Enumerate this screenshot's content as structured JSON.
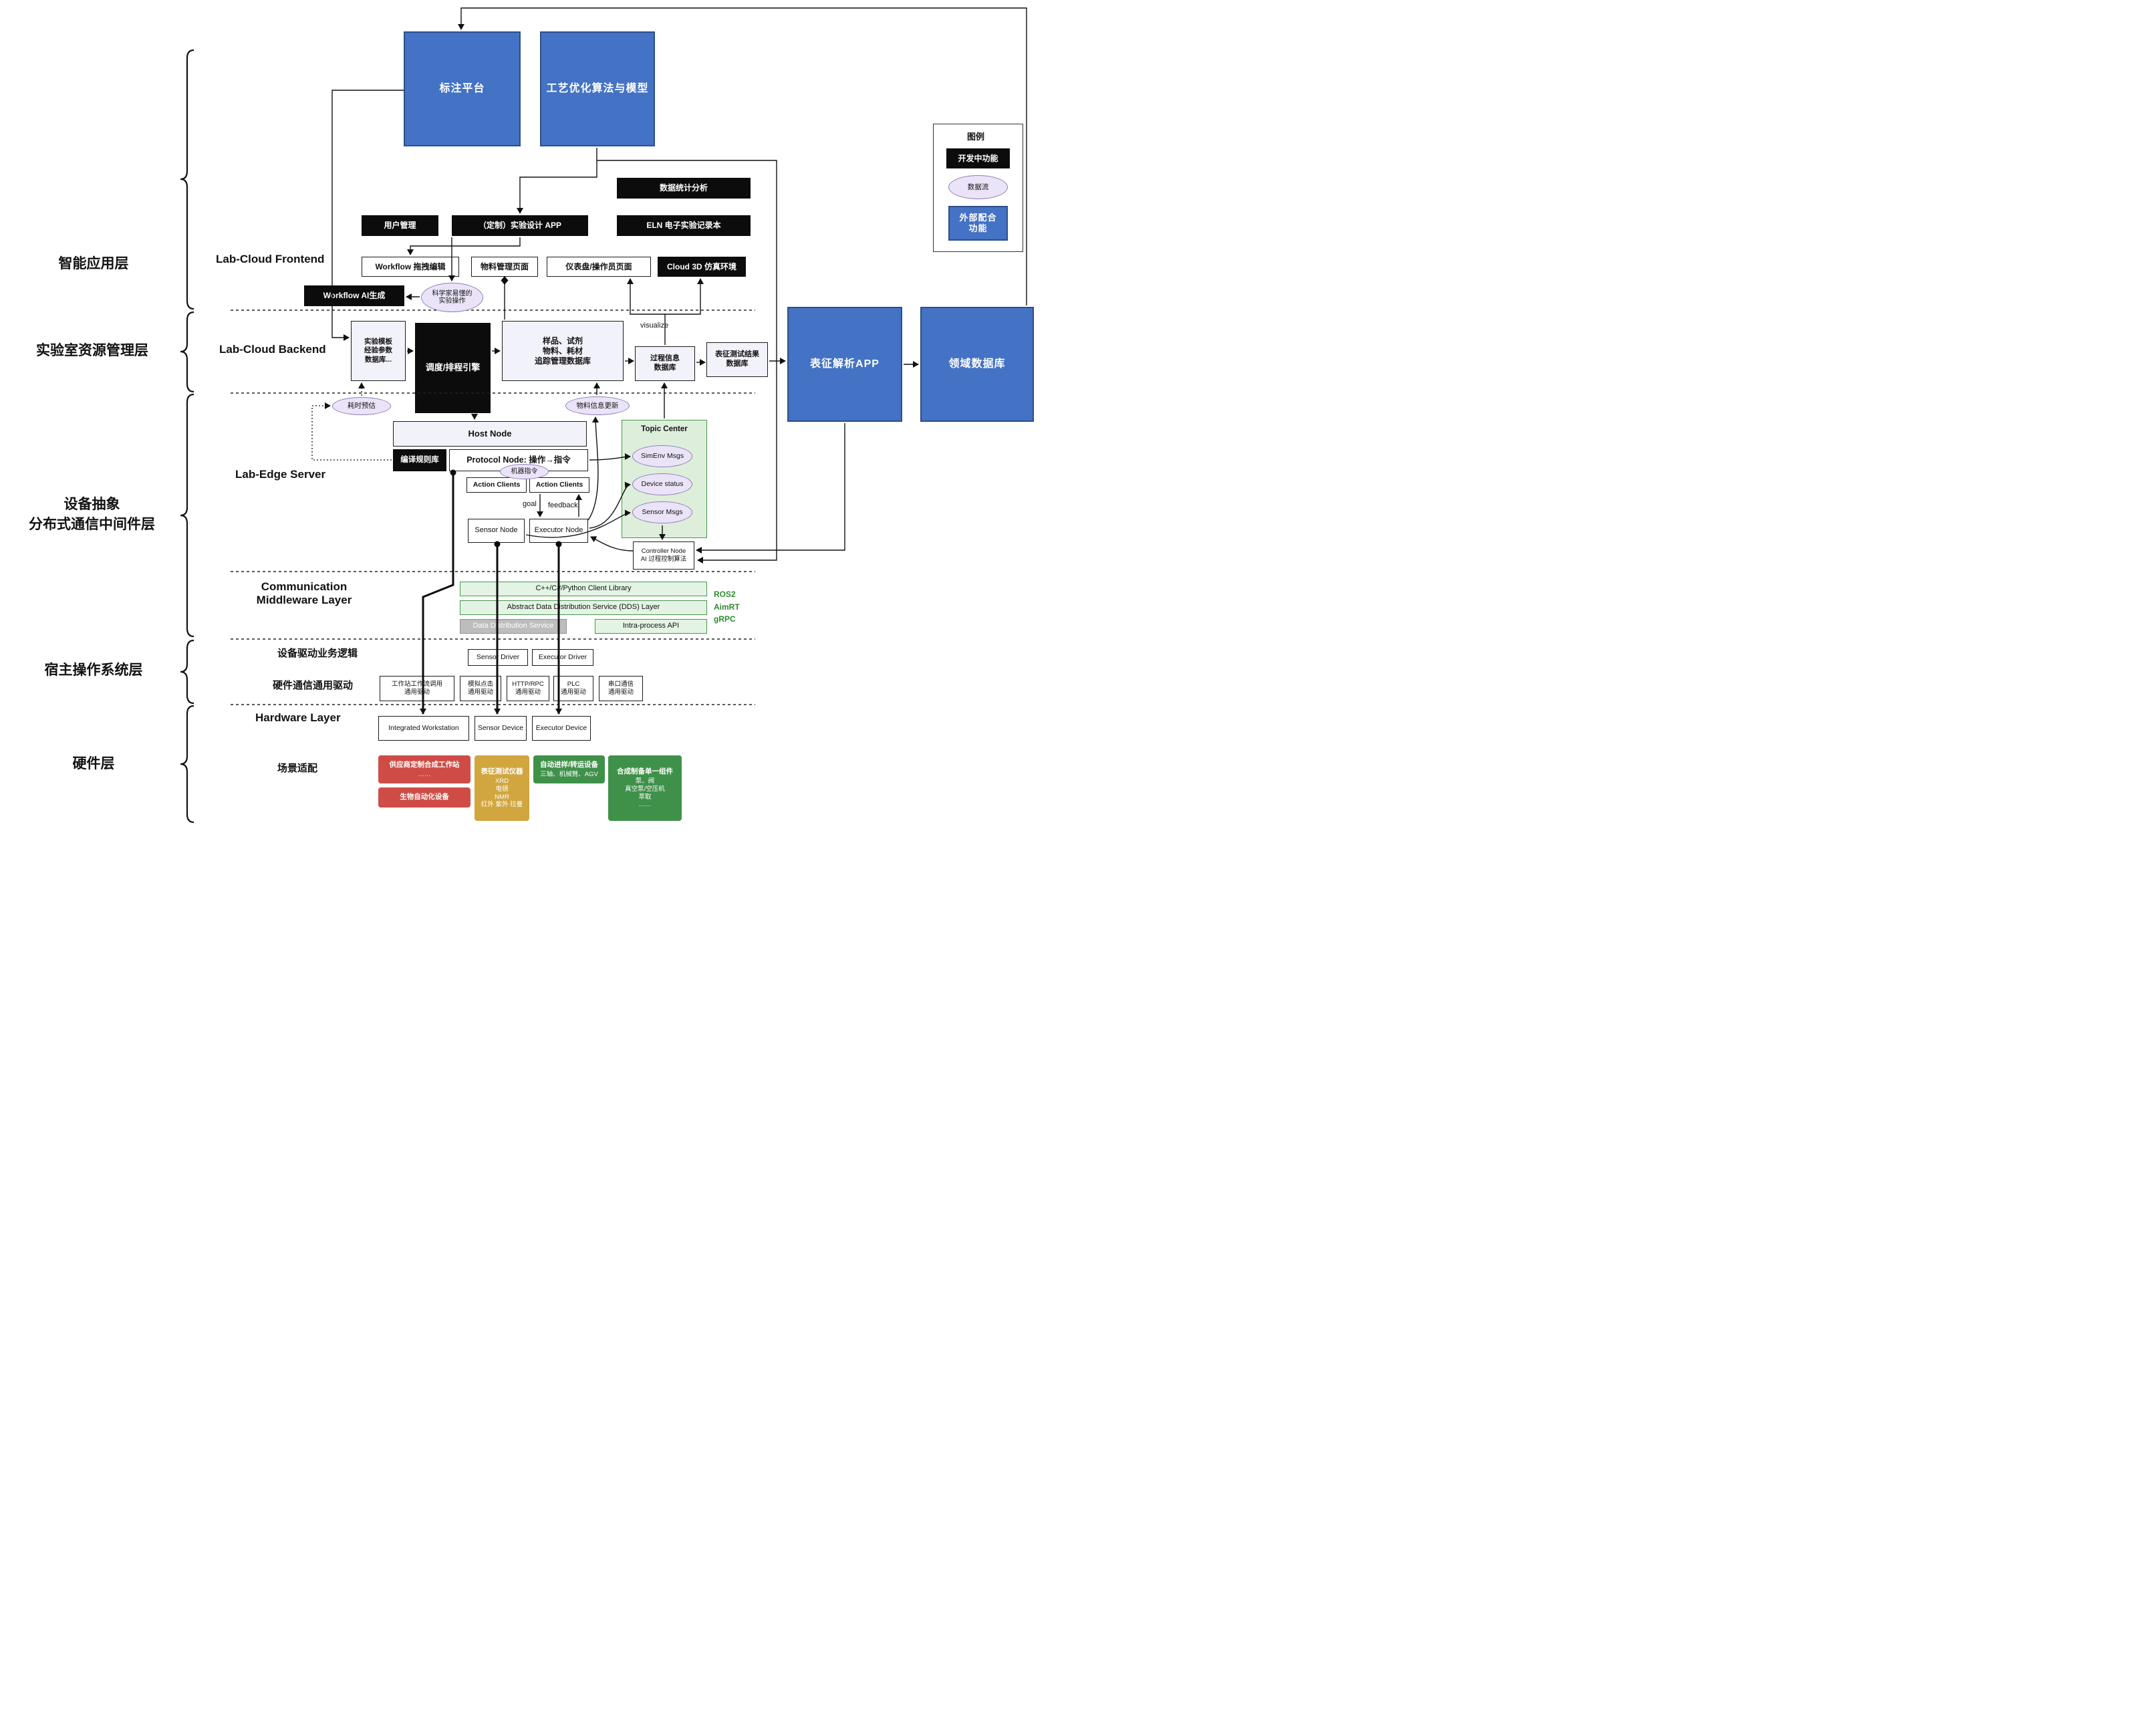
{
  "layer_labels": {
    "app": "智能应用层",
    "resource": "实验室资源管理层",
    "abstraction": "设备抽象\n分布式通信中间件层",
    "host_os": "宿主操作系统层",
    "hardware": "硬件层"
  },
  "section_labels": {
    "frontend": "Lab-Cloud Frontend",
    "backend": "Lab-Cloud Backend",
    "edge": "Lab-Edge Server",
    "middleware": "Communication\nMiddleware Layer",
    "hardware": "Hardware Layer",
    "driver_logic": "设备驱动业务逻辑",
    "hw_driver": "硬件通信通用驱动",
    "scene": "场景适配"
  },
  "legend": {
    "title": "图例",
    "developing": "开发中功能",
    "dataflow": "数据流",
    "external": "外部配合\n功能"
  },
  "top": {
    "annotation_platform": "标注平台",
    "process_optimization": "工艺优化算法与模型"
  },
  "frontend": {
    "stats": "数据统计分析",
    "user_mgmt": "用户管理",
    "custom_app": "（定制）实验设计 APP",
    "eln": "ELN 电子实验记录本",
    "workflow_edit": "Workflow 拖拽编辑",
    "material_page": "物料管理页面",
    "dashboard": "仪表盘/操作员页面",
    "cloud3d": "Cloud 3D 仿真环境",
    "workflow_ai": "Workflow AI生成",
    "sci_ops": "科学家易懂的\n实验操作"
  },
  "backend": {
    "template_db": "实验模板\n经验参数\n数据库...",
    "scheduler": "调度/排程引擎",
    "sample_db": "样品、试剂\n物料、耗材\n追踪管理数据库",
    "process_db": "过程信息\n数据库",
    "result_db": "表征测试结果\n数据库",
    "visualize": "visualize",
    "charact_app": "表征解析APP",
    "domain_db": "领域数据库"
  },
  "edge": {
    "time_estimate": "耗时预估",
    "material_update": "物料信息更新",
    "host_node": "Host Node",
    "compile_lib": "编译规则库",
    "protocol_node": "Protocol Node: 操作→指令",
    "machine_instr": "机器指令",
    "action_clients_1": "Action Clients",
    "action_clients_2": "Action Clients",
    "goal": "goal",
    "feedback": "feedback",
    "sensor_node": "Sensor Node",
    "executor_node": "Executor Node",
    "topic_center": "Topic Center",
    "simenv": "SimEnv Msgs",
    "device_status": "Device status",
    "sensor_msgs": "Sensor Msgs",
    "controller": "Controller Node\nAI 过程控制算法"
  },
  "middleware": {
    "client_lib": "C++/C#/Python Client Library",
    "dds_abstract": "Abstract Data Distribution Service (DDS) Layer",
    "dds_service": "Data Distribution Service",
    "intra_api": "Intra-process API",
    "stack": "ROS2\nAimRT\ngRPC"
  },
  "host_os": {
    "sensor_driver": "Sensor Driver",
    "executor_driver": "Executor Driver",
    "drv_workstation": "工作站工作流调用\n通用驱动",
    "drv_click": "模拟点击\n通用驱动",
    "drv_http": "HTTP/RPC\n通用驱动",
    "drv_plc": "PLC\n通用驱动",
    "drv_serial": "串口通信\n通用驱动"
  },
  "hardware": {
    "integrated": "Integrated Workstation",
    "sensor_device": "Sensor Device",
    "executor_device": "Executor Device",
    "vendor_ws_title": "供应商定制合成工作站",
    "vendor_ws_body": "……",
    "bio": "生物自动化设备",
    "charact_title": "表征测试仪器",
    "charact_body": "XRD\n电镜\nNMR\n红外 紫外 拉曼",
    "transfer_title": "自动进样/转运设备",
    "transfer_body": "三轴、机械臂、AGV",
    "synth_title": "合成制备单一组件",
    "synth_body": "泵、阀\n真空泵/空压机\n萃取\n……"
  },
  "colors": {
    "blue": "#4472c4",
    "black": "#0c0c0c",
    "purple_fill": "#ebe4f8",
    "green_fill": "#e4f4e4",
    "red": "#cf4c46",
    "gold": "#d2a63f",
    "green_hw": "#3f9149",
    "stack_green": "#2e8b2e"
  }
}
